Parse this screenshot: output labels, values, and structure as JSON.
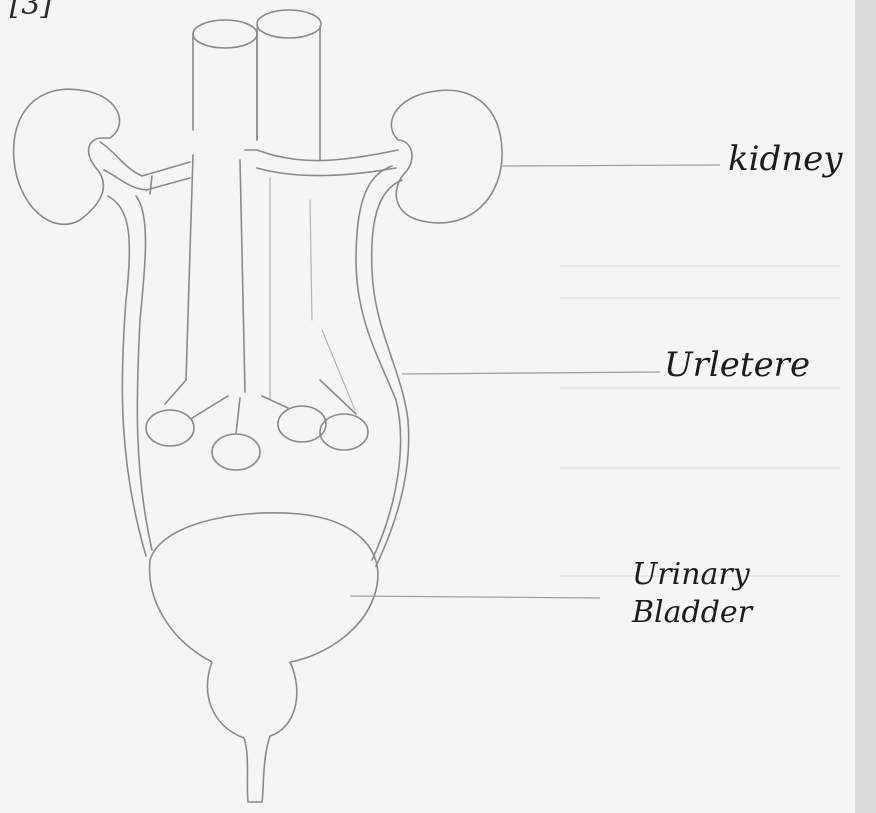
{
  "marks_label": ": [3]",
  "labels": {
    "kidney": "kidney",
    "ureter": "Urletere",
    "bladder_line1": "Urinary",
    "bladder_line2": "Bladder"
  }
}
